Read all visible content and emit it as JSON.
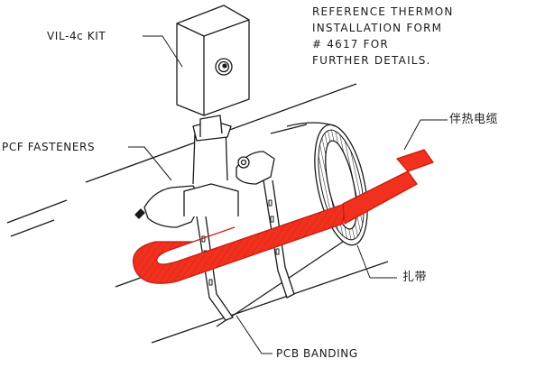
{
  "reference_note": {
    "line1": "REFERENCE THERMON",
    "line2": "INSTALLATION FORM",
    "line3": "# 4617 FOR",
    "line4": "FURTHER DETAILS."
  },
  "labels": {
    "vil_kit": "VIL-4c KIT",
    "pcf_fasteners": "PCF FASTENERS",
    "heat_trace_cable": "伴热电缆",
    "strap": "扎带",
    "pcb_banding": "PCB BANDING"
  },
  "colors": {
    "cable": "#f2301e",
    "cable_edge": "#c81e10",
    "ink": "#1a1a1a",
    "background": "#ffffff"
  }
}
